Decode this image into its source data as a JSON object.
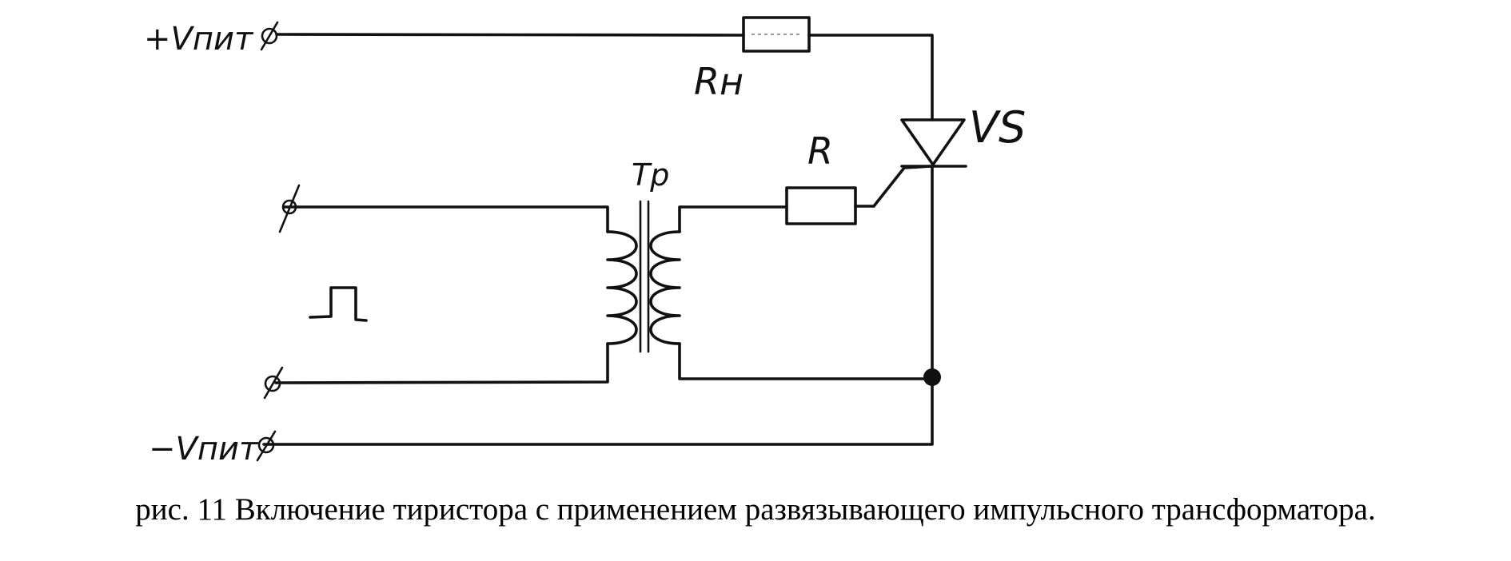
{
  "labels": {
    "plus_supply": "+Vпит",
    "minus_supply": "−Vпит",
    "load_resistor": "Rн",
    "gate_resistor": "R",
    "transformer": "Тр",
    "thyristor": "VS",
    "pulse_symbol": "⎍"
  },
  "caption": "рис. 11 Включение тиристора с применением развязывающего импульсного трансформатора.",
  "colors": {
    "ink": "#111111",
    "background": "#ffffff"
  }
}
